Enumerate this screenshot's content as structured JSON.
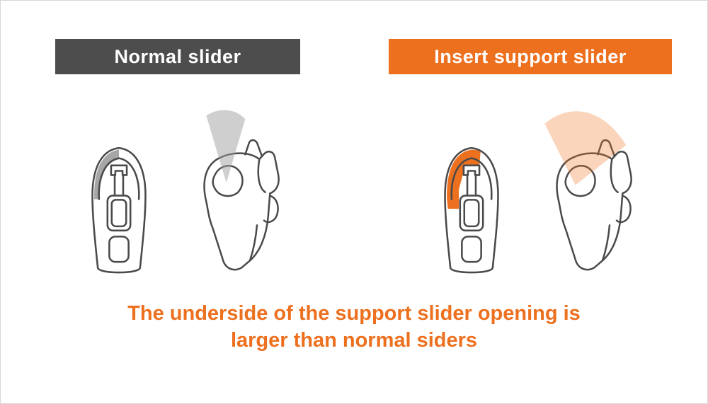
{
  "panels": {
    "normal": {
      "label": "Normal slider"
    },
    "support": {
      "label": "Insert support slider"
    }
  },
  "caption": {
    "line1": "The underside of the support slider opening is",
    "line2": "larger than normal siders"
  },
  "colors": {
    "banner_dark": "#4d4d4d",
    "orange": "#ed701f",
    "orange_fan": "#ed701f",
    "gray_highlight": "#a6a6a6",
    "gray_fan": "#9f9f9f",
    "line": "#4a4a4a",
    "caption_text": "#ed701f",
    "border": "#d8d8d8"
  }
}
